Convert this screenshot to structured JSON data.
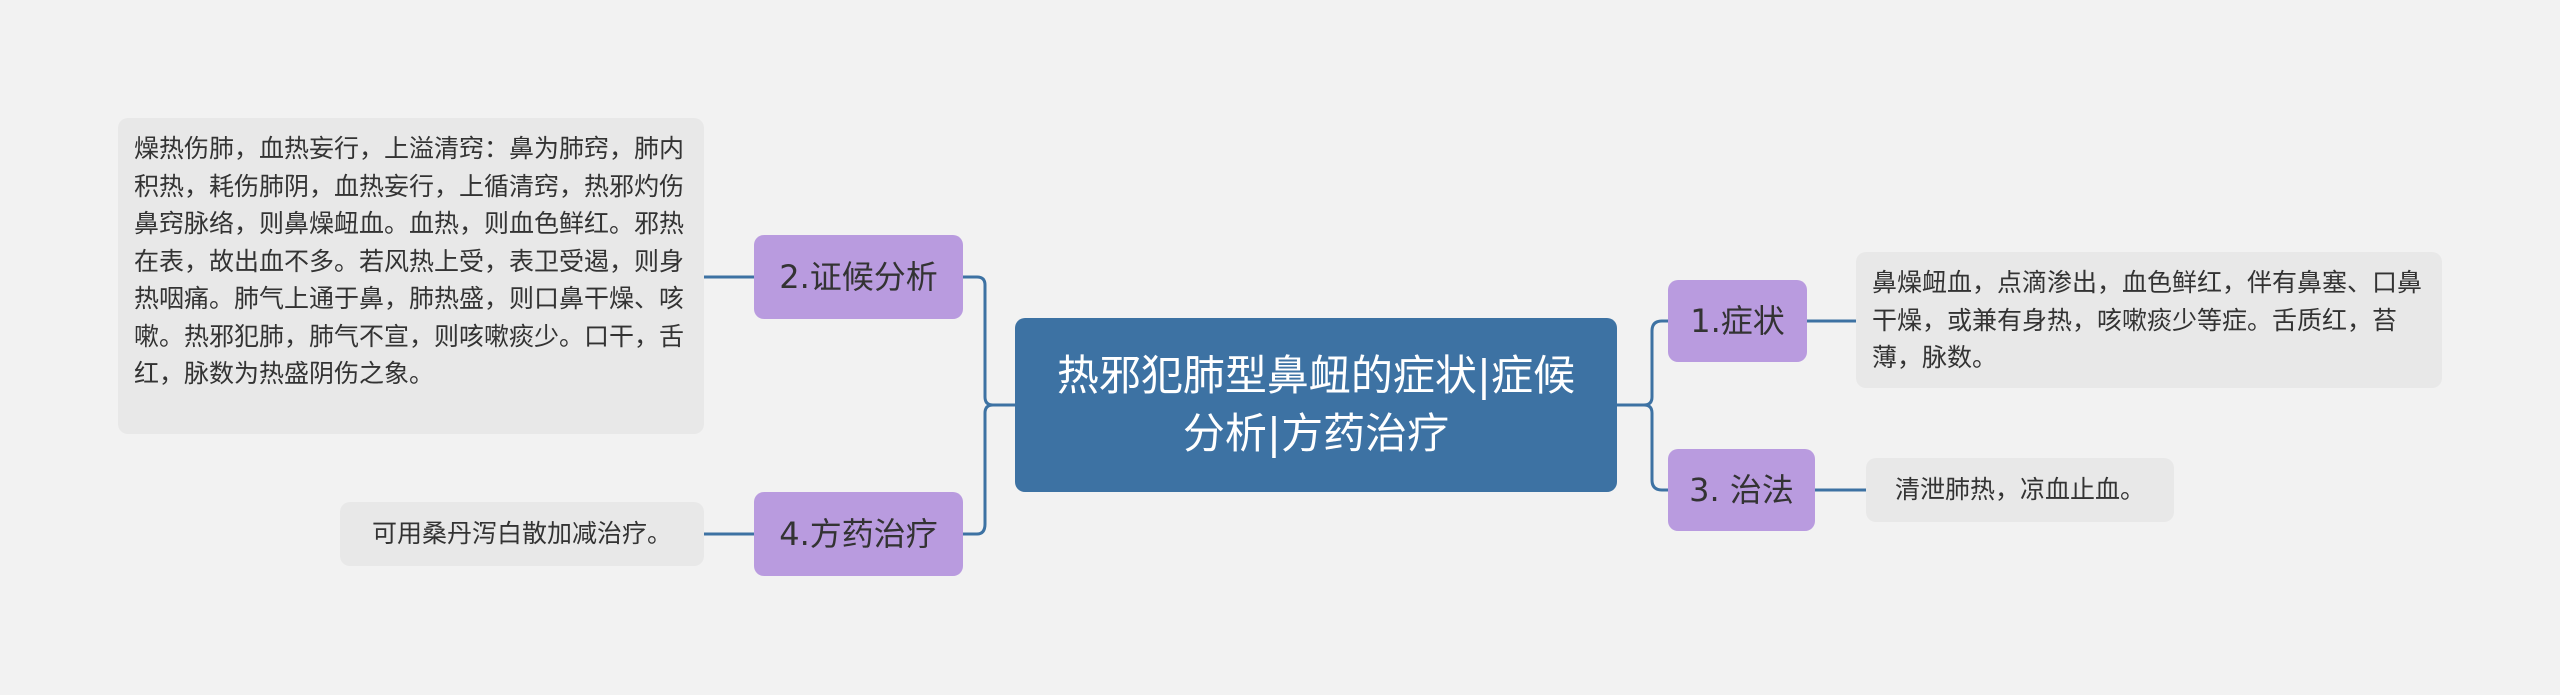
{
  "root": {
    "label": "热邪犯肺型鼻衄的症状|症候分析|方药治疗"
  },
  "branches": [
    {
      "label": "1.症状",
      "text": "鼻燥衄血，点滴渗出，血色鲜红，伴有鼻塞、口鼻干燥，或兼有身热，咳嗽痰少等症。舌质红，苔薄，脉数。"
    },
    {
      "label": "2.证候分析",
      "text": "燥热伤肺，血热妄行，上溢清窍：鼻为肺窍，肺内积热，耗伤肺阴，血热妄行，上循清窍，热邪灼伤鼻窍脉络，则鼻燥衄血。血热，则血色鲜红。邪热在表，故出血不多。若风热上受，表卫受遏，则身热咽痛。肺气上通于鼻，肺热盛，则口鼻干燥、咳嗽。热邪犯肺，肺气不宣，则咳嗽痰少。口干，舌红，脉数为热盛阴伤之象。"
    },
    {
      "label": "3. 治法",
      "text": "清泄肺热，凉血止血。"
    },
    {
      "label": "4.方药治疗",
      "text": "可用桑丹泻白散加减治疗。"
    }
  ],
  "colors": {
    "root": "#3d72a3",
    "branch": "#b99bdf",
    "leaf": "#e8e8e8",
    "line": "#3d72a3",
    "background": "#f2f2f2"
  }
}
